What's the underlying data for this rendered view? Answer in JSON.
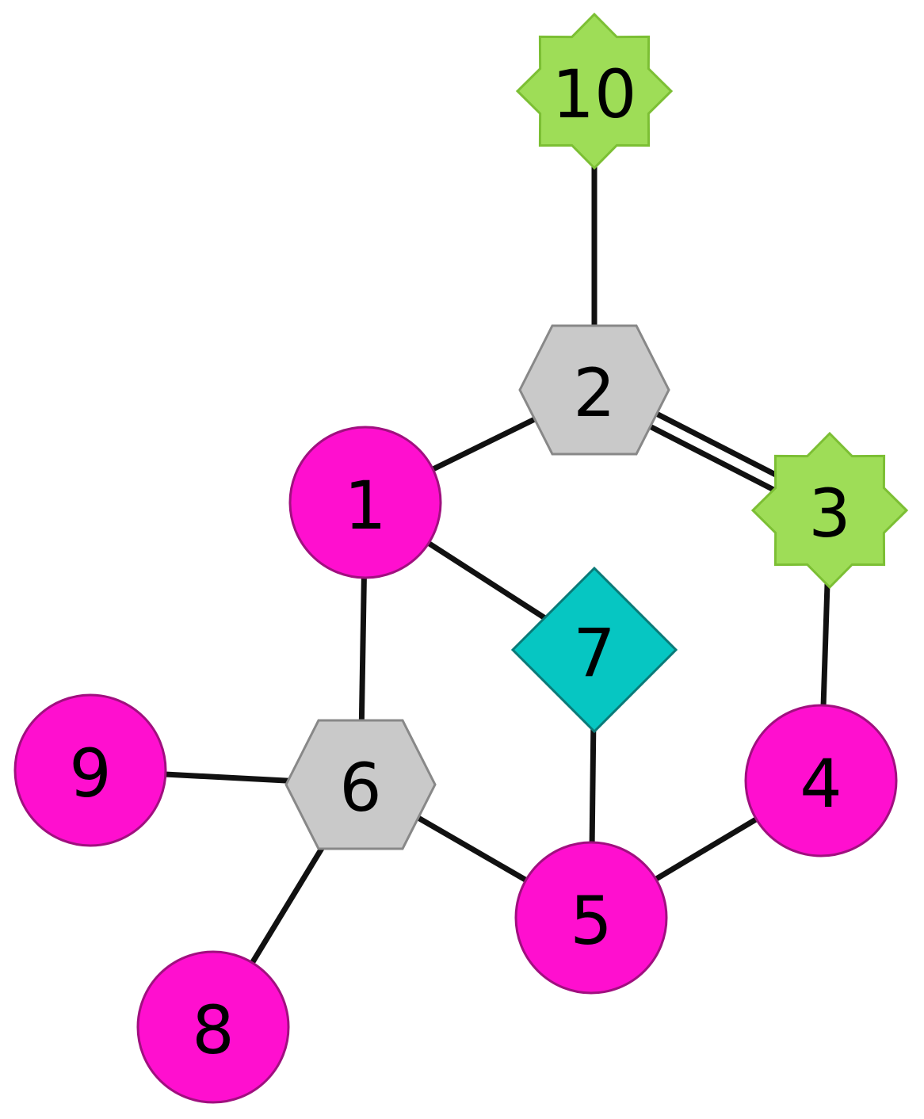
{
  "colors": {
    "circle_fill": "#ff0fcf",
    "circle_stroke": "#a0107f",
    "hexagon_fill": "#c9c9c9",
    "hexagon_stroke": "#888888",
    "star_fill": "#9edd57",
    "star_stroke": "#7cbf34",
    "diamond_fill": "#06c6c2",
    "diamond_stroke": "#0a7a78",
    "edge": "#111111"
  },
  "nodes": [
    {
      "id": "1",
      "label": "1",
      "shape": "circle"
    },
    {
      "id": "2",
      "label": "2",
      "shape": "hexagon"
    },
    {
      "id": "3",
      "label": "3",
      "shape": "star"
    },
    {
      "id": "4",
      "label": "4",
      "shape": "circle"
    },
    {
      "id": "5",
      "label": "5",
      "shape": "circle"
    },
    {
      "id": "6",
      "label": "6",
      "shape": "hexagon"
    },
    {
      "id": "7",
      "label": "7",
      "shape": "diamond"
    },
    {
      "id": "8",
      "label": "8",
      "shape": "circle"
    },
    {
      "id": "9",
      "label": "9",
      "shape": "circle"
    },
    {
      "id": "10",
      "label": "10",
      "shape": "star"
    }
  ],
  "edges": [
    {
      "from": "10",
      "to": "2",
      "order": 1
    },
    {
      "from": "2",
      "to": "1",
      "order": 1
    },
    {
      "from": "2",
      "to": "3",
      "order": 2
    },
    {
      "from": "1",
      "to": "6",
      "order": 1
    },
    {
      "from": "1",
      "to": "7",
      "order": 1
    },
    {
      "from": "7",
      "to": "5",
      "order": 1
    },
    {
      "from": "3",
      "to": "4",
      "order": 1
    },
    {
      "from": "4",
      "to": "5",
      "order": 1
    },
    {
      "from": "6",
      "to": "5",
      "order": 1
    },
    {
      "from": "6",
      "to": "9",
      "order": 1
    },
    {
      "from": "6",
      "to": "8",
      "order": 1
    }
  ]
}
